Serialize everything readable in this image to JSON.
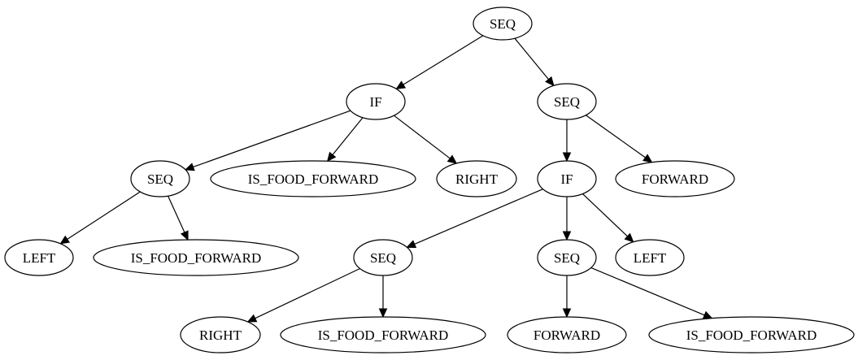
{
  "diagram": {
    "type": "tree",
    "nodes": [
      {
        "id": "n1",
        "label": "SEQ"
      },
      {
        "id": "n2",
        "label": "IF"
      },
      {
        "id": "n3",
        "label": "SEQ"
      },
      {
        "id": "n4",
        "label": "SEQ"
      },
      {
        "id": "n5",
        "label": "IS_FOOD_FORWARD"
      },
      {
        "id": "n6",
        "label": "RIGHT"
      },
      {
        "id": "n7",
        "label": "IF"
      },
      {
        "id": "n8",
        "label": "FORWARD"
      },
      {
        "id": "n9",
        "label": "LEFT"
      },
      {
        "id": "n10",
        "label": "IS_FOOD_FORWARD"
      },
      {
        "id": "n11",
        "label": "SEQ"
      },
      {
        "id": "n12",
        "label": "SEQ"
      },
      {
        "id": "n13",
        "label": "LEFT"
      },
      {
        "id": "n14",
        "label": "RIGHT"
      },
      {
        "id": "n15",
        "label": "IS_FOOD_FORWARD"
      },
      {
        "id": "n16",
        "label": "FORWARD"
      },
      {
        "id": "n17",
        "label": "IS_FOOD_FORWARD"
      }
    ],
    "edges": [
      {
        "from": "n1",
        "to": "n2"
      },
      {
        "from": "n1",
        "to": "n3"
      },
      {
        "from": "n2",
        "to": "n4"
      },
      {
        "from": "n2",
        "to": "n5"
      },
      {
        "from": "n2",
        "to": "n6"
      },
      {
        "from": "n3",
        "to": "n7"
      },
      {
        "from": "n3",
        "to": "n8"
      },
      {
        "from": "n4",
        "to": "n9"
      },
      {
        "from": "n4",
        "to": "n10"
      },
      {
        "from": "n7",
        "to": "n11"
      },
      {
        "from": "n7",
        "to": "n12"
      },
      {
        "from": "n7",
        "to": "n13"
      },
      {
        "from": "n11",
        "to": "n14"
      },
      {
        "from": "n11",
        "to": "n15"
      },
      {
        "from": "n12",
        "to": "n16"
      },
      {
        "from": "n12",
        "to": "n17"
      }
    ]
  }
}
